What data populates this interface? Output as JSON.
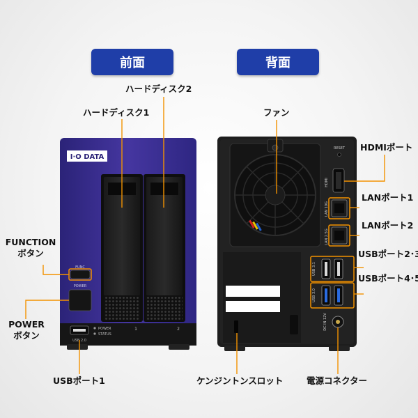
{
  "headers": {
    "front": "前面",
    "back": "背面"
  },
  "front_labels": {
    "hdd2": "ハードディスク2",
    "hdd1": "ハードディスク1",
    "function_line1": "FUNCTION",
    "function_line2": "ボタン",
    "power_line1": "POWER",
    "power_line2": "ボタン",
    "usb1": "USBポート1"
  },
  "back_labels": {
    "fan": "ファン",
    "hdmi": "HDMIポート",
    "lan1": "LANポート1",
    "lan2": "LANポート2",
    "usb23": "USBポート2･3",
    "usb45": "USBポート4･5",
    "kensington": "ケンジントンスロット",
    "power_connector": "電源コネクター"
  },
  "device_printed": {
    "brand": "I·O DATA",
    "func": "FUNC",
    "power": "POWER",
    "led_power": "POWER",
    "led_status": "STATUS",
    "usb20": "USB 2.0",
    "bay1": "1",
    "bay2": "2",
    "reset": "RESET",
    "hdmi": "HDMI",
    "lan10g": "LAN 10G",
    "lan25g": "LAN 2.5G",
    "usb31": "USB 3.1",
    "usb30": "USB 3.0",
    "dc": "DC IN 12V"
  },
  "colors": {
    "header_bg": "#1f3ea8",
    "leader_line": "#f39200",
    "front_panel": "#3c2f8e",
    "back_panel": "#1d1d1d",
    "callout_highlight": "#f39200"
  }
}
